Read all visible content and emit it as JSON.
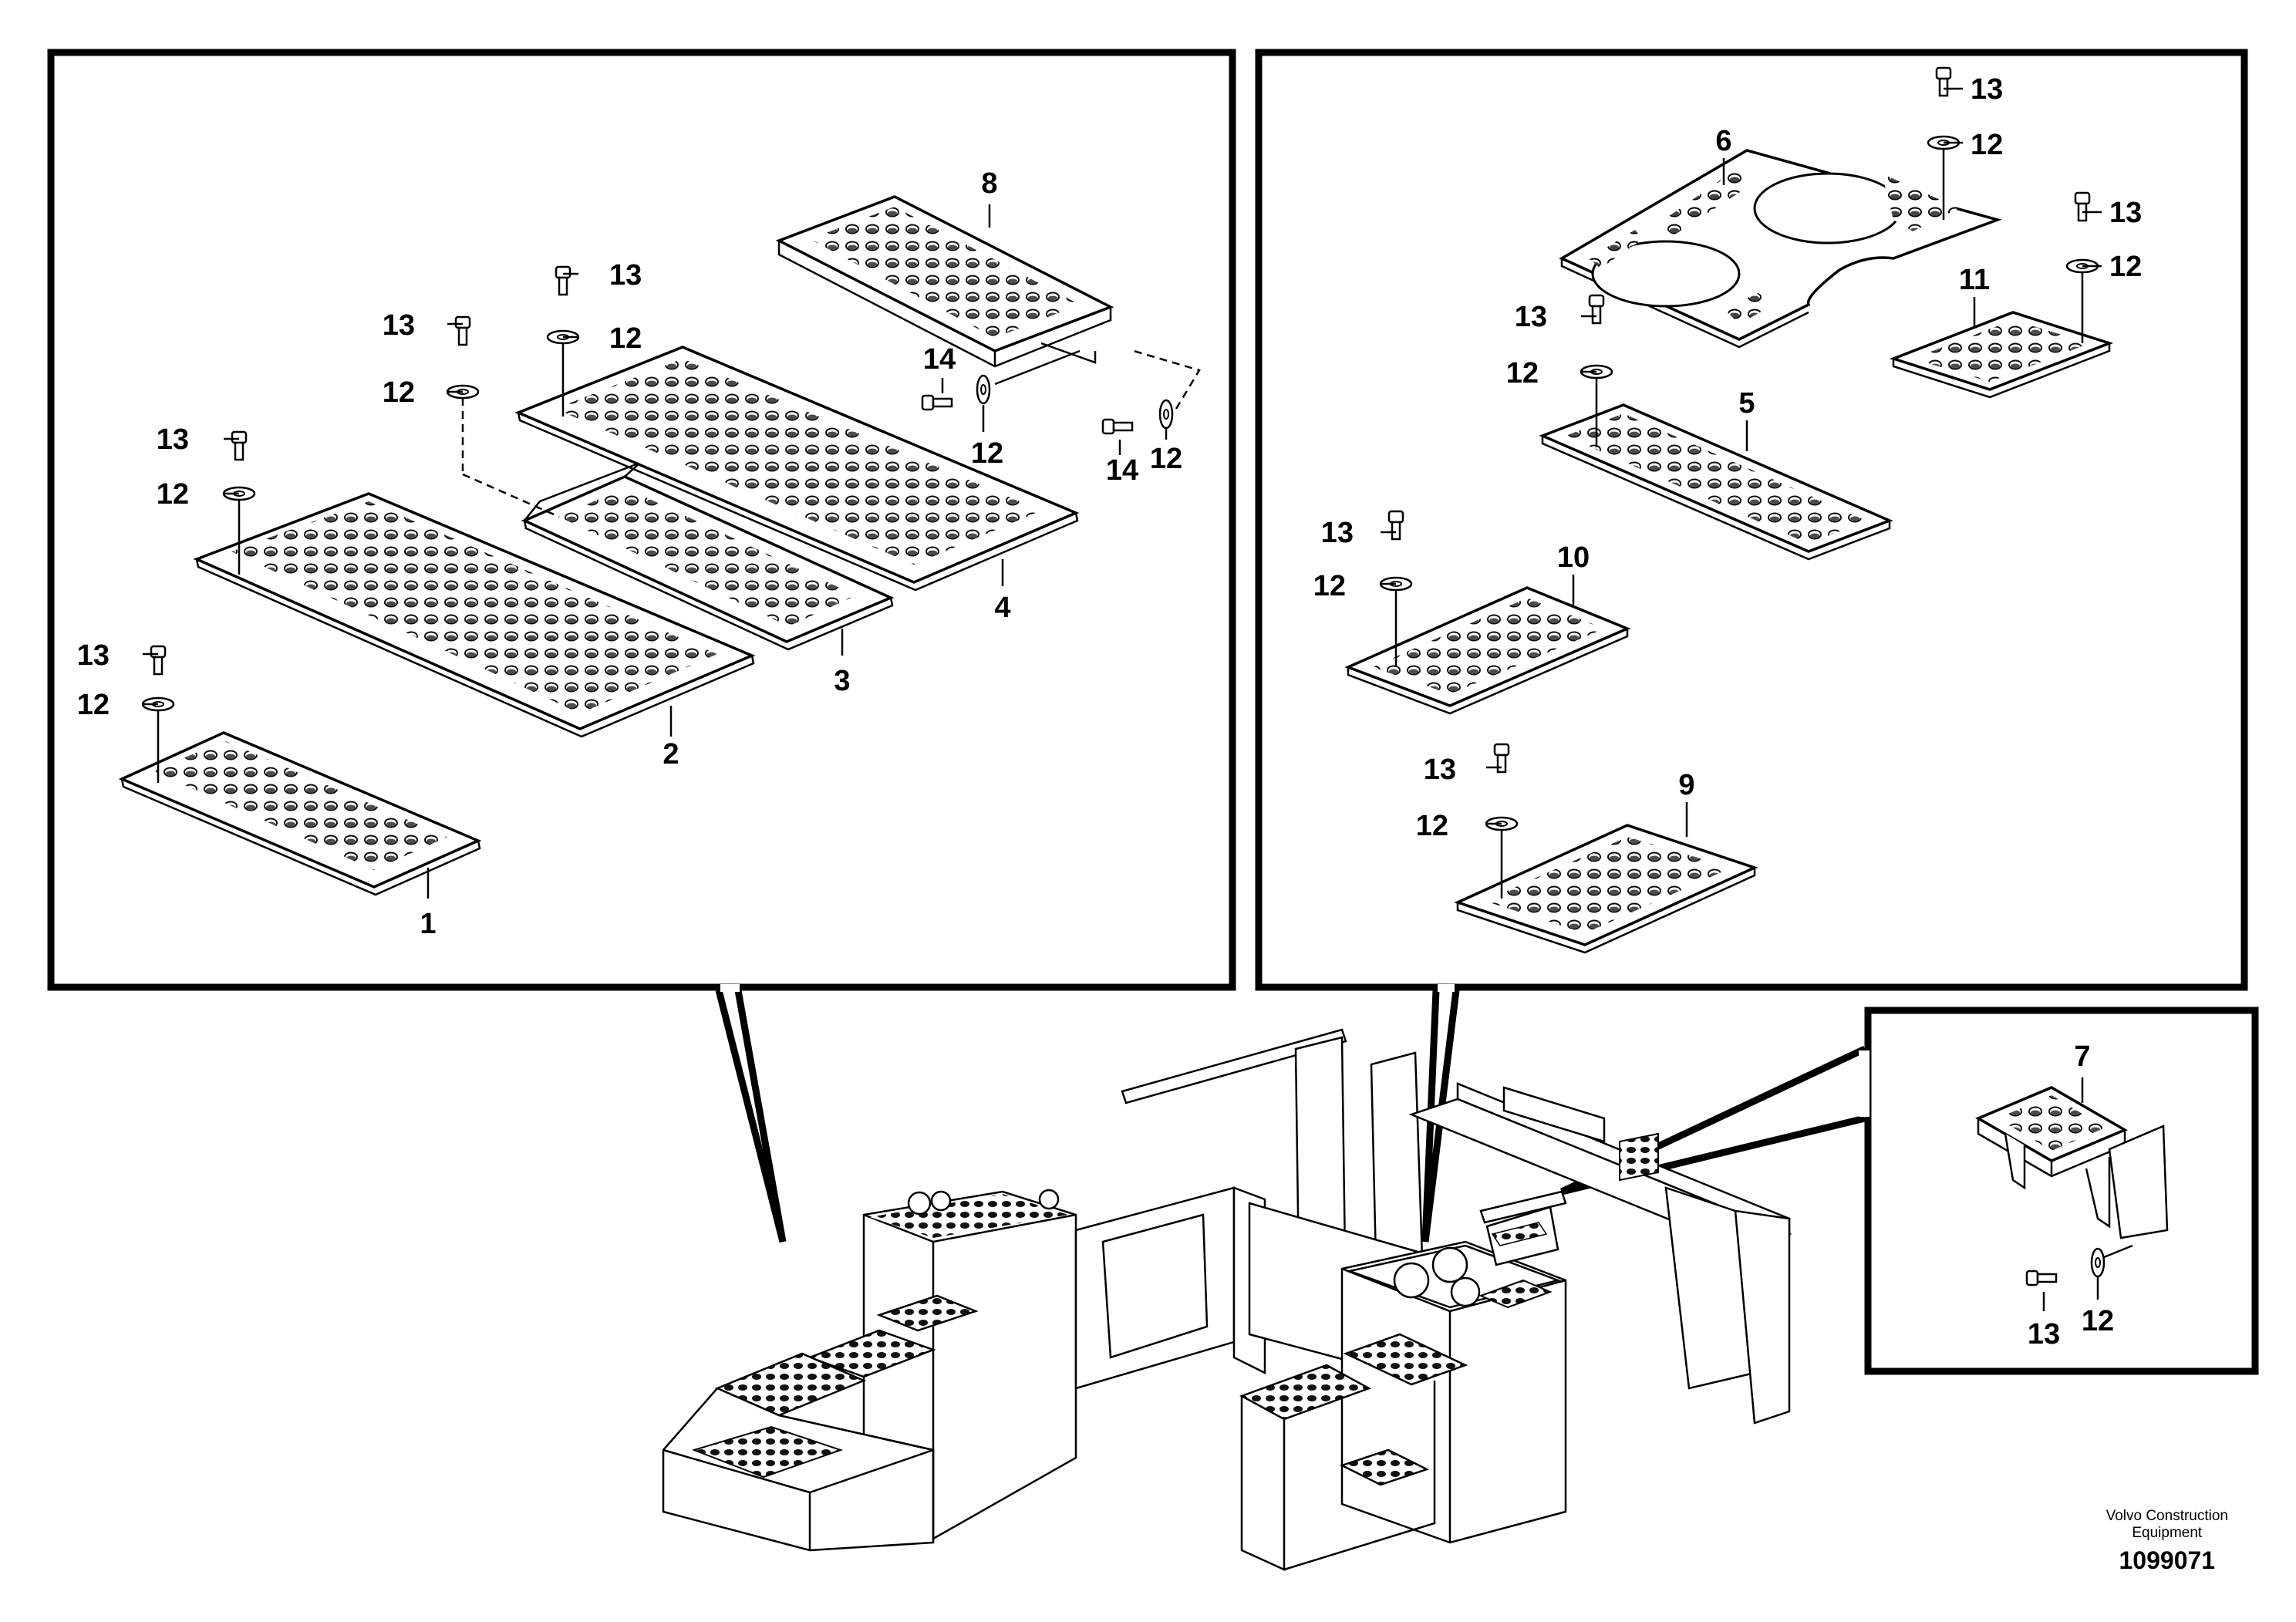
{
  "callouts": {
    "c1": "1",
    "c2": "2",
    "c3": "3",
    "c4": "4",
    "c5": "5",
    "c6": "6",
    "c7": "7",
    "c8": "8",
    "c9": "9",
    "c10": "10",
    "c11": "11",
    "c12": "12",
    "c13": "13",
    "c14": "14"
  },
  "footer": {
    "brand_line1": "Volvo Construction",
    "brand_line2": "Equipment",
    "drawing_number": "1099071"
  }
}
